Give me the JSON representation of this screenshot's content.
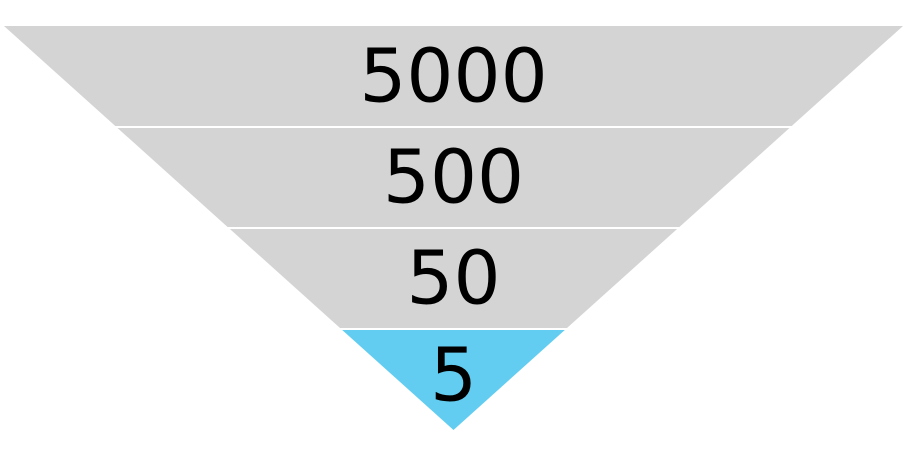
{
  "diagram": {
    "type": "inverted-pyramid",
    "levels": [
      {
        "label": "5000",
        "color": "#d4d4d4"
      },
      {
        "label": "500",
        "color": "#d4d4d4"
      },
      {
        "label": "50",
        "color": "#d4d4d4"
      },
      {
        "label": "5",
        "color": "#62cdf0"
      }
    ],
    "separator_color": "#ffffff",
    "text_color": "#000000"
  }
}
